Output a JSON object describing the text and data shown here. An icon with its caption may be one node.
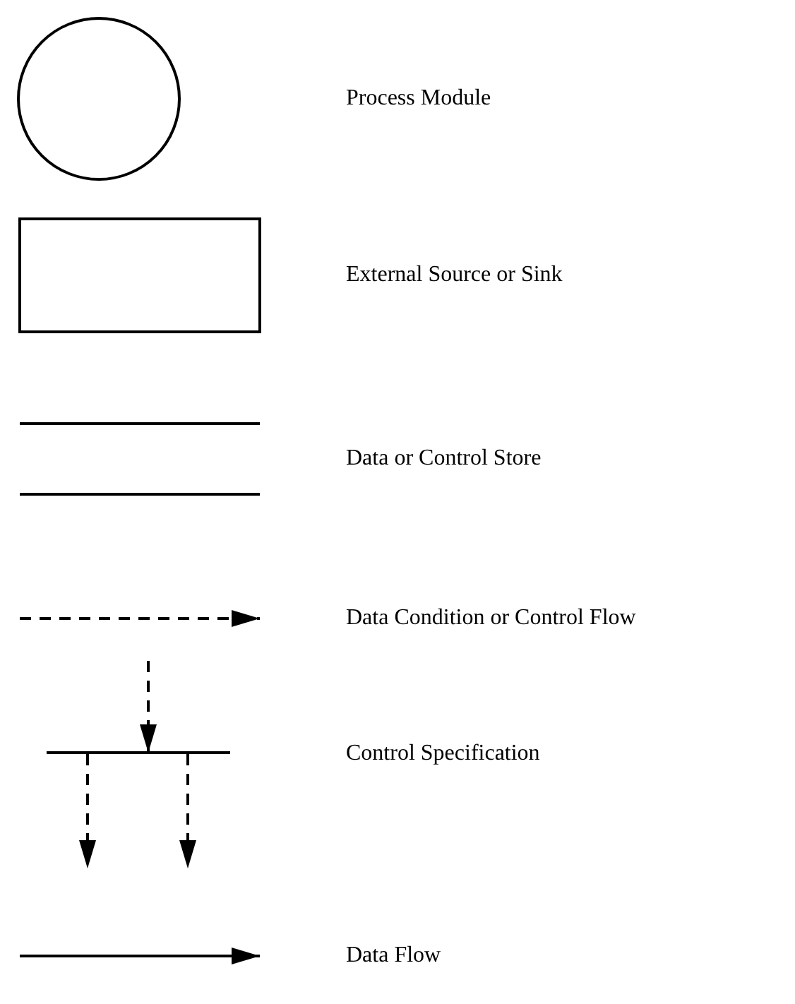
{
  "diagram": {
    "legend": [
      {
        "text": "Process Module"
      },
      {
        "text": "External Source or Sink"
      },
      {
        "text": "Data or Control Store"
      },
      {
        "text": "Data Condition or Control Flow"
      },
      {
        "text": "Control Specification"
      },
      {
        "text": "Data Flow"
      }
    ]
  }
}
